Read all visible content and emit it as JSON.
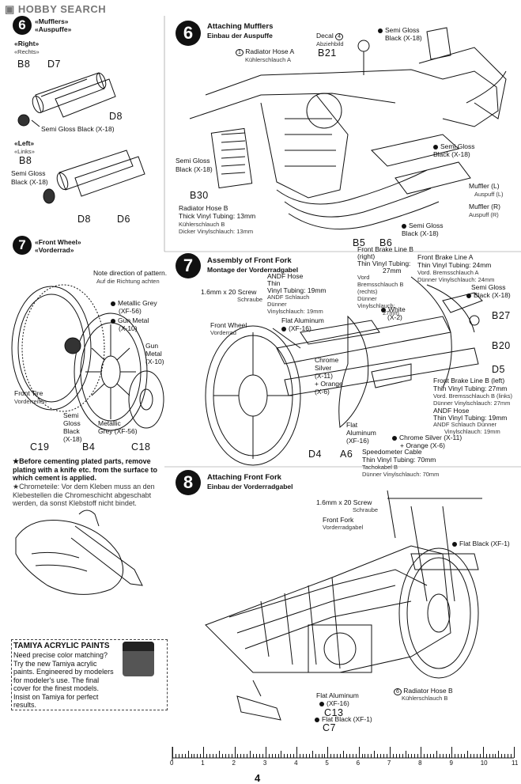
{
  "watermark": "HOBBY SEARCH",
  "page_number": "4",
  "ruler": {
    "labels": [
      "0",
      "1",
      "2",
      "3",
      "4",
      "5",
      "6",
      "7",
      "8",
      "9",
      "10",
      "11"
    ]
  },
  "step6_small": {
    "num": "6",
    "title": "Mufflers",
    "title_de": "Auspuffe",
    "right": "Right",
    "right_de": "Rechts",
    "left": "Left",
    "left_de": "Links",
    "parts": {
      "b8a": "B8",
      "d7": "D7",
      "d8a": "D8",
      "b8b": "B8",
      "d8b": "D8",
      "d6": "D6"
    },
    "paint1": "Semi Gloss Black (X-18)",
    "paint2_l1": "Semi Gloss",
    "paint2_l2": "Black (X-18)"
  },
  "step6": {
    "num": "6",
    "title": "Attaching Mufflers",
    "title_de": "Einbau der Auspuffe",
    "decal_l1": "Decal",
    "decal_num": "4",
    "decal_de": "Abziehbild",
    "sgb_l1": "Semi Gloss",
    "sgb_l2": "Black (X-18)",
    "b21": "B21",
    "hose_a_num": "1",
    "hose_a": "Radiator Hose A",
    "hose_a_de": "Kühlerschlauch A",
    "sgb_left_l1": "Semi Gloss",
    "sgb_left_l2": "Black (X-18)",
    "b30": "B30",
    "hose_b": "Radiator Hose B",
    "hose_b2": "Thick Vinyl Tubing: 13mm",
    "hose_b_de1": "Kühlerschlauch B",
    "hose_b_de2": "Dicker Vinylschlauch: 13mm",
    "sgb_r1": "Semi Gloss",
    "sgb_r1b": "Black (X-18)",
    "muffler_l": "Muffler (L)",
    "muffler_l_de": "Auspuff (L)",
    "muffler_r": "Muffler (R)",
    "muffler_r_de": "Auspuff (R)",
    "sgb_r2": "Semi Gloss",
    "sgb_r2b": "Black (X-18)",
    "b5": "B5",
    "b6": "B6"
  },
  "step7_small": {
    "num": "7",
    "title": "Front Wheel",
    "title_de": "Vorderrad",
    "note1": "Note direction of pattern.",
    "note2": "Auf die Richtung achten",
    "mg": "Metallic Grey",
    "mg2": "(XF-56)",
    "gm": "Gun Metal",
    "gm2": "(X-10)",
    "gm_b1": "Gun",
    "gm_b2": "Metal",
    "gm_b3": "(X-10)",
    "tire": "Front Tire",
    "tire_de": "Vorderreifen",
    "sgb1": "Semi",
    "sgb2": "Gloss",
    "sgb3": "Black",
    "sgb4": "(X-18)",
    "mgxf": "Metallic",
    "mgxf2": "Grey (XF-56)",
    "c19": "C19",
    "b4": "B4",
    "c18": "C18"
  },
  "notes": {
    "en": "★Before cementing plated parts, remove plating with a knife etc. from the surface to which cement is applied.",
    "de": "★Chrometeile: Vor dem Kleben muss an den Klebestellen die Chromeschicht abgeschabt werden, da sonst Klebstoff nicht bindet."
  },
  "tamiya": {
    "title": "TAMIYA ACRYLIC PAINTS",
    "body": "Need precise color matching? Try the new Tamiya acrylic paints. Engineered by modelers for modeler's use. The final cover for the finest models. Insist on Tamiya for perfect results."
  },
  "step7": {
    "num": "7",
    "title": "Assembly of Front Fork",
    "title_de": "Montage der Vorderradgabel",
    "screw": "1.6mm x 20 Screw",
    "screw_de": "Schraube",
    "andf1": "ANDF Hose",
    "andf2": "Thin",
    "andf3": "Vinyl Tubing: 19mm",
    "andf4": "ANDF Schlauch",
    "andf5": "Dünner",
    "andf6": "Vinylschlauch: 19mm",
    "fbl_b1": "Front Brake Line B",
    "fbl_b2": "(right)",
    "fbl_b3": "Thin Vinyl Tubing:",
    "fbl_b4": "27mm",
    "fbl_b5": "Vord",
    "fbl_b6": "Bremsschlauch B",
    "fbl_b7": "(rechts)",
    "fbl_b8": "Dünner",
    "fbl_b9": "Vinylschlauch:",
    "fbl_b10": "27mm",
    "fbl_a1": "Front Brake Line A",
    "fbl_a2": "Thin Vinyl Tubing: 24mm",
    "fbl_a3": "Vord. Bremsschlauch A",
    "fbl_a4": "Dünner Vinylschlauch: 24mm",
    "sgb1": "Semi Gloss",
    "sgb2": "Black (X-18)",
    "white1": "White",
    "white2": "(X-2)",
    "front_wheel": "Front Wheel",
    "front_wheel_de": "Vorderrad",
    "flat_al": "Flat Aluminum",
    "flat_al2": "(XF-16)",
    "cs1": "Chrome",
    "cs2": "Silver",
    "cs3": "(X-11)",
    "cs4": "+ Orange",
    "cs5": "(X-6)",
    "b27": "B27",
    "b20": "B20",
    "d5": "D5",
    "fbl_bl1": "Front Brake Line B (left)",
    "fbl_bl2": "Thin Vinyl Tubing: 27mm",
    "fbl_bl3": "Vord. Bremsschlauch B (links)",
    "fbl_bl4": "Dünner Vinylschlauch: 27mm",
    "andf_r1": "ANDF Hose",
    "andf_r2": "Thin Vinyl Tubing: 19mm",
    "andf_r3": "ANDF Schlauch  Dünner",
    "andf_r4": "Vinylschlauch: 19mm",
    "flat_al_b1": "Flat",
    "flat_al_b2": "Aluminum",
    "flat_al_b3": "(XF-16)",
    "cs_b": "Chrome Silver (X-11)",
    "cs_b2": "+ Orange (X-6)",
    "d4": "D4",
    "a6": "A6",
    "spd1": "Speedometer Cable",
    "spd2": "Thin Vinyl Tubing: 70mm",
    "spd3": "Tachokabel B",
    "spd4": "Dünner Vinylschlauch: 70mm"
  },
  "step8": {
    "num": "8",
    "title": "Attaching Front Fork",
    "title_de": "Einbau der Vorderradgabel",
    "screw": "1.6mm x 20 Screw",
    "screw_de": "Schraube",
    "fork": "Front Fork",
    "fork_de": "Vorderradgabel",
    "fb": "Flat Black (XF-1)",
    "fa1": "Flat Aluminum",
    "fa2": "(XF-16)",
    "c13": "C13",
    "fb2": "Flat Black (XF-1)",
    "c7": "C7",
    "hose_num": "6",
    "hose": "Radiator Hose B",
    "hose_de": "Kühlerschlauch B"
  }
}
